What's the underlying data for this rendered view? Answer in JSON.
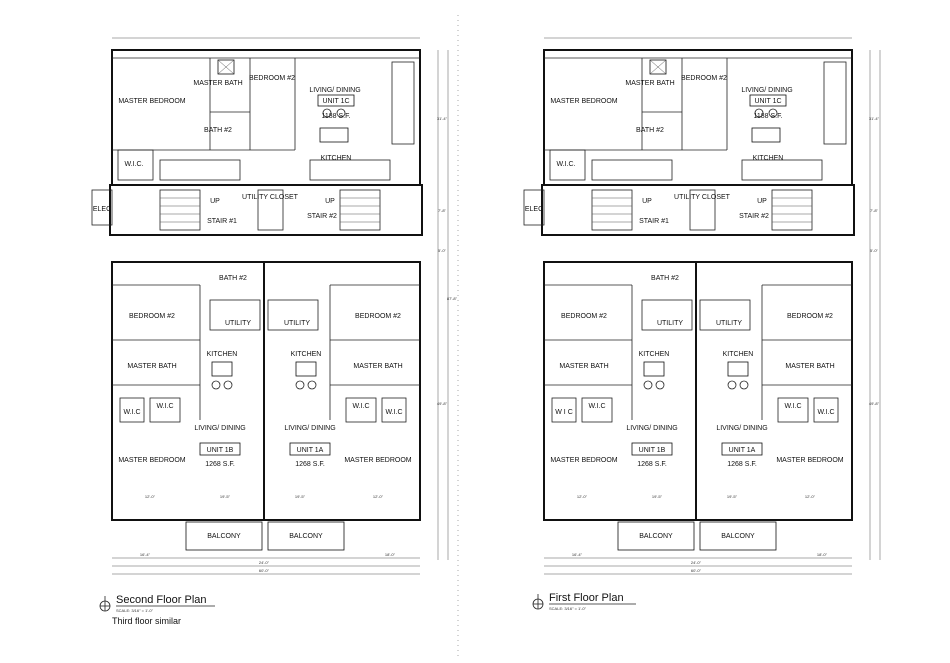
{
  "plans": [
    {
      "title": "Second Floor Plan",
      "scale": "SCALE: 3/16\" = 1'-0\"",
      "note": "Third floor similar",
      "rooms": {
        "master_bedroom_top": "MASTER BEDROOM",
        "master_bath_top": "MASTER BATH",
        "bath2_top": "BATH #2",
        "bedroom2_top": "BEDROOM #2",
        "living_top": "LIVING/ DINING",
        "unit_top": "UNIT 1C",
        "sf_top": "1188 S.F.",
        "kitchen_top": "KITCHEN",
        "wic_top": "W.I.C.",
        "elec": "ELEC",
        "up1": "UP",
        "stair1": "STAIR #1",
        "utility_closet": "UTILITY CLOSET",
        "up2": "UP",
        "stair2": "STAIR #2",
        "bath2_mid": "BATH #2",
        "bedroom2_left": "BEDROOM #2",
        "utility_left": "UTILITY",
        "kitchen_left": "KITCHEN",
        "master_bath_left": "MASTER BATH",
        "wic_l1": "W.I.C",
        "wic_l2": "W.I.C",
        "living_left": "LIVING/ DINING",
        "unit_left": "UNIT 1B",
        "sf_left": "1268 S.F.",
        "master_bedroom_left": "MASTER BEDROOM",
        "balcony_left": "BALCONY",
        "bedroom2_right": "BEDROOM #2",
        "utility_right": "UTILITY",
        "kitchen_right": "KITCHEN",
        "master_bath_right": "MASTER BATH",
        "wic_r1": "W.I.C",
        "wic_r2": "W.I.C",
        "living_right": "LIVING/ DINING",
        "unit_right": "UNIT 1A",
        "sf_right": "1268 S.F.",
        "master_bedroom_right": "MASTER BEDROOM",
        "balcony_right": "BALCONY"
      }
    },
    {
      "title": "First Floor Plan",
      "scale": "SCALE: 3/16\" = 1'-0\"",
      "note": "",
      "rooms": {
        "master_bedroom_top": "MASTER BEDROOM",
        "master_bath_top": "MASTER BATH",
        "bath2_top": "BATH #2",
        "bedroom2_top": "BEDROOM #2",
        "living_top": "LIVING/ DINING",
        "unit_top": "UNIT 1C",
        "sf_top": "1188 S.F.",
        "kitchen_top": "KITCHEN",
        "wic_top": "W.I.C.",
        "elec": "ELEC",
        "up1": "UP",
        "stair1": "STAIR #1",
        "utility_closet": "UTILITY CLOSET",
        "up2": "UP",
        "stair2": "STAIR #2",
        "bath2_mid": "BATH #2",
        "bedroom2_left": "BEDROOM #2",
        "utility_left": "UTILITY",
        "kitchen_left": "KITCHEN",
        "master_bath_left": "MASTER BATH",
        "wic_l1": "W I C",
        "wic_l2": "W.I.C",
        "living_left": "LIVING/ DINING",
        "unit_left": "UNIT 1B",
        "sf_left": "1268 S.F.",
        "master_bedroom_left": "MASTER BEDROOM",
        "balcony_left": "BALCONY",
        "bedroom2_right": "BEDROOM #2",
        "utility_right": "UTILITY",
        "kitchen_right": "KITCHEN",
        "master_bath_right": "MASTER BATH",
        "wic_r1": "W.I.C",
        "wic_r2": "W.I.C",
        "living_right": "LIVING/ DINING",
        "unit_right": "UNIT 1A",
        "sf_right": "1268 S.F.",
        "master_bedroom_right": "MASTER BEDROOM",
        "balcony_right": "BALCONY"
      }
    }
  ],
  "dimensions": {
    "d12": "12'-0\"",
    "d8": "8'-4\"",
    "d16": "16'-4\"",
    "d195": "19'-5\"",
    "d24": "24'-0\"",
    "d18": "18'-0\"",
    "d60": "60'-0\"",
    "d31": "31'-4\"",
    "d7": "7'-8\"",
    "d5": "5'-0\"",
    "d49": "49'-8\"",
    "d87": "87'-8\""
  },
  "icons": {
    "north_arrow": "north-arrow-icon"
  }
}
